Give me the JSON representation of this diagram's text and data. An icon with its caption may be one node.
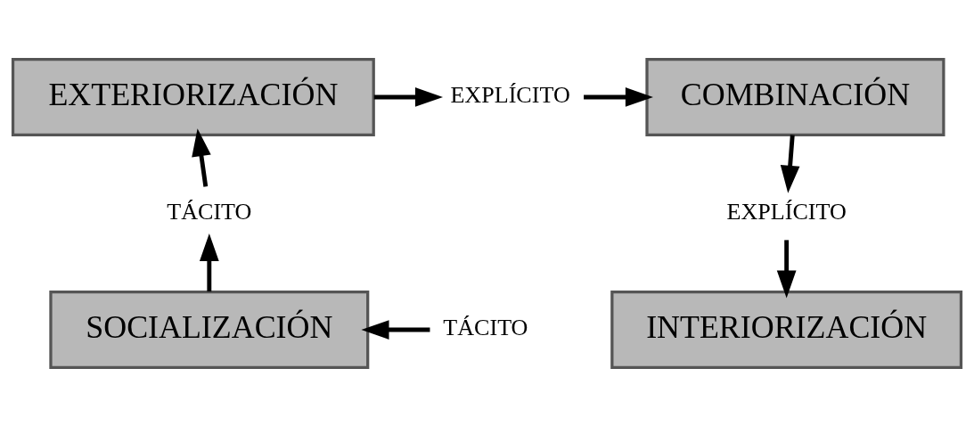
{
  "diagram": {
    "nodes": [
      {
        "text": [
          "EXPLÍCITO"
        ]
      },
      {
        "text": [
          "EXTERIORIZACIÓN"
        ]
      },
      {
        "text": [
          "COMBINACIÓN"
        ]
      },
      {
        "text": [
          "TÁCITO"
        ]
      },
      {
        "text": [
          "EXPLÍCITO"
        ]
      },
      {
        "text": [
          "SOCIALIZACIÓN"
        ]
      },
      {
        "text": [
          "INTERIORIZACIÓN"
        ]
      },
      {
        "text": [
          "TÁCITO"
        ]
      }
    ],
    "edges": [
      {
        "from": 1,
        "to": 0,
        "arrow": "to"
      },
      {
        "from": 0,
        "to": 2,
        "arrow": "to"
      },
      {
        "from": 2,
        "to": 4,
        "arrow": "to"
      },
      {
        "from": 4,
        "to": 6,
        "arrow": "to"
      },
      {
        "from": 7,
        "to": 5,
        "arrow": "to"
      },
      {
        "from": 5,
        "to": 3,
        "arrow": "to"
      },
      {
        "from": 3,
        "to": 1,
        "arrow": "to"
      }
    ]
  }
}
